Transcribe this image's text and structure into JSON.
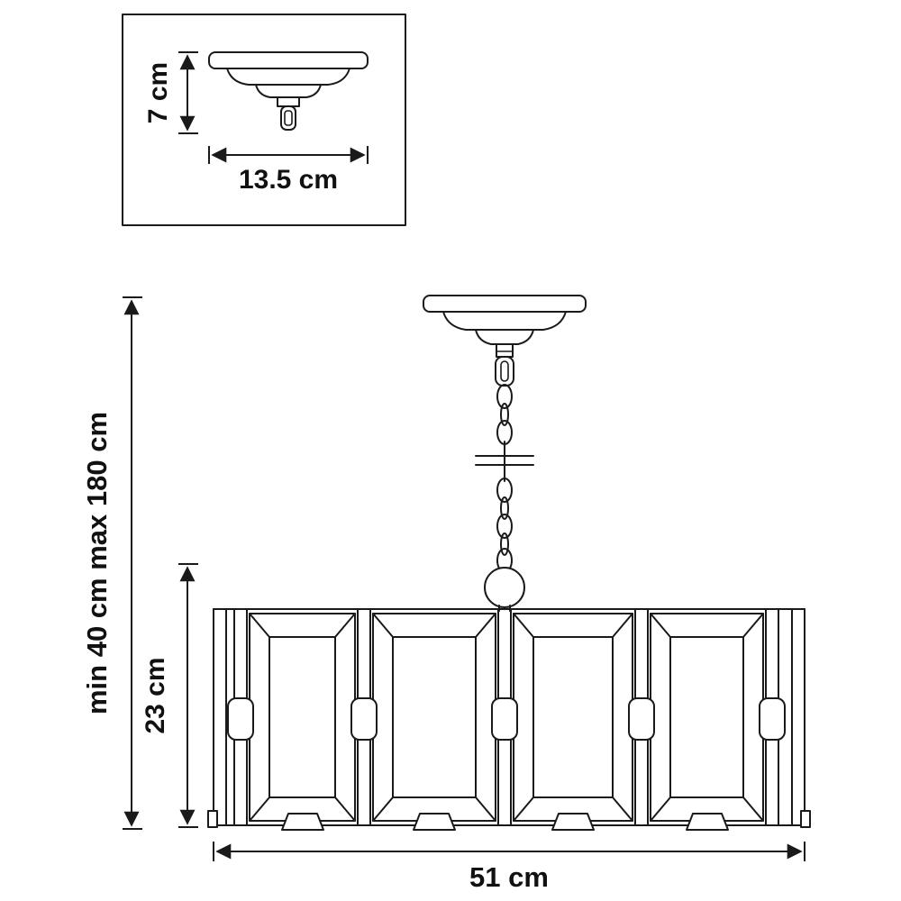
{
  "labels": {
    "inset_height": "7 cm",
    "inset_width": "13.5 cm",
    "suspension": "min 40 cm max 180 cm",
    "shade_height": "23 cm",
    "shade_width": "51 cm"
  },
  "colors": {
    "line": "#1a1a1a",
    "background": "#ffffff",
    "text": "#111111"
  }
}
